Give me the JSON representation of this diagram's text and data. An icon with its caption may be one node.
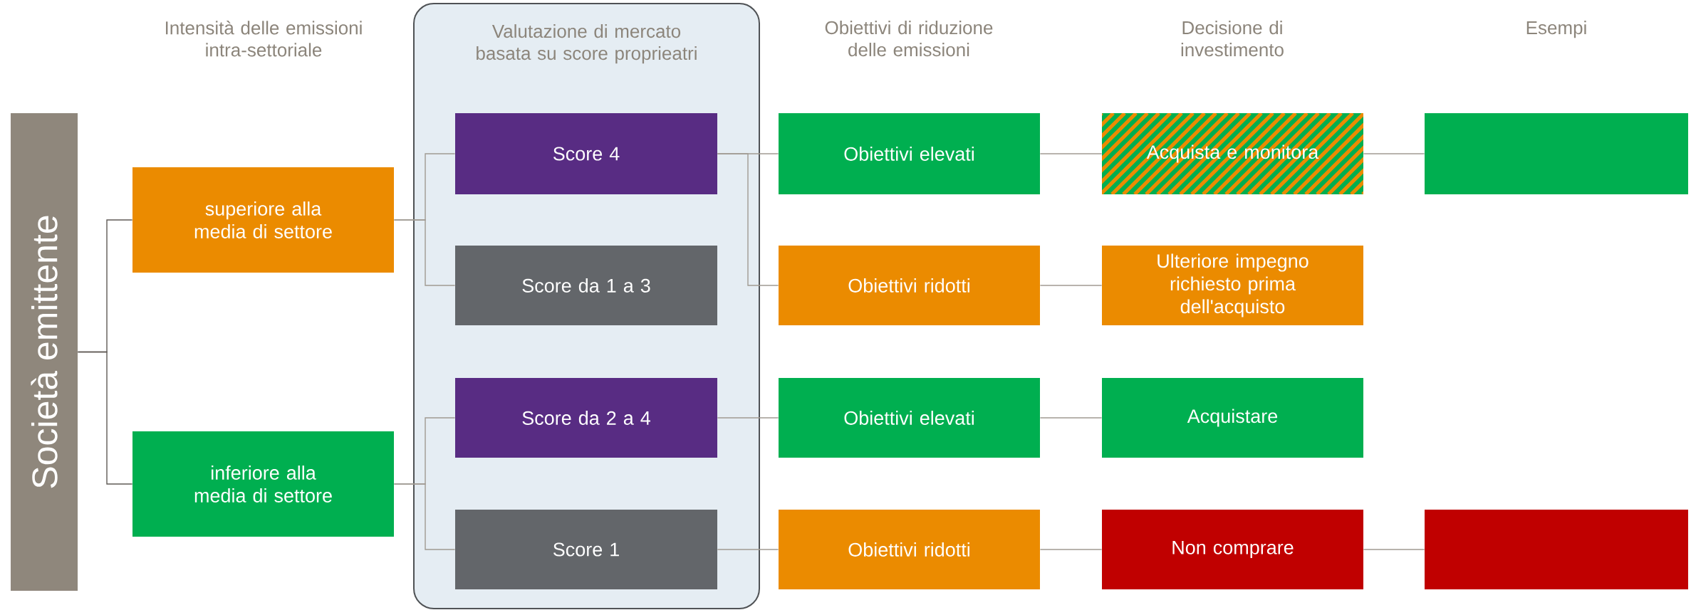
{
  "diagram": {
    "nodes": [
      {
        "text": [
          "Società emittente"
        ]
      },
      {
        "text": [
          "superiore alla media di settore"
        ]
      },
      {
        "text": [
          "inferiore alla media di settore"
        ]
      },
      {
        "text": [
          "Valutazione di mercato basata su score proprieatri"
        ]
      },
      {
        "text": [
          "Score 4"
        ],
        "in": 3
      },
      {
        "text": [
          "Score da 1 a 3"
        ],
        "in": 3
      },
      {
        "text": [
          "Score da 2 a 4"
        ],
        "in": 3
      },
      {
        "text": [
          "Score 1"
        ],
        "in": 3
      },
      {
        "text": [
          "Obiettivi elevati"
        ]
      },
      {
        "text": [
          "Obiettivi ridotti"
        ]
      },
      {
        "text": [
          "Obiettivi elevati"
        ]
      },
      {
        "text": [
          "Obiettivi ridotti"
        ]
      },
      {
        "text": [
          "Acquista e monitora"
        ]
      },
      {
        "text": [
          "Ulteriore impegno richiesto prima dell'acquisto"
        ]
      },
      {
        "text": [
          "Acquistare"
        ]
      },
      {
        "text": [
          "Non comprare"
        ]
      },
      {
        "text": [],
        "shape": "box"
      },
      {
        "text": [],
        "shape": "box"
      }
    ],
    "edges": [
      {
        "from": 0,
        "to": 1,
        "arrow": "none",
        "color": "#5f5a55"
      },
      {
        "from": 0,
        "to": 2,
        "arrow": "none",
        "color": "#5f5a55"
      },
      {
        "from": 1,
        "to": 4,
        "arrow": "none"
      },
      {
        "from": 1,
        "to": 5,
        "arrow": "none"
      },
      {
        "from": 2,
        "to": 6,
        "arrow": "none"
      },
      {
        "from": 2,
        "to": 7,
        "arrow": "none"
      },
      {
        "from": 4,
        "to": 8,
        "arrow": "none"
      },
      {
        "from": 4,
        "to": 9,
        "arrow": "none"
      },
      {
        "from": 6,
        "to": 10,
        "arrow": "none"
      },
      {
        "from": 7,
        "to": 11,
        "arrow": "none"
      },
      {
        "from": 8,
        "to": 12,
        "arrow": "none"
      },
      {
        "from": 9,
        "to": 13,
        "arrow": "none"
      },
      {
        "from": 10,
        "to": 14,
        "arrow": "none"
      },
      {
        "from": 11,
        "to": 15,
        "arrow": "none"
      },
      {
        "from": 12,
        "to": 16,
        "arrow": "none"
      },
      {
        "from": 15,
        "to": 17,
        "arrow": "none"
      }
    ],
    "labels": [
      "Intensità delle emissioni intra-settoriale",
      "Obiettivi di riduzione delle emissioni",
      "Decisione di investimento",
      "Esempi"
    ]
  }
}
